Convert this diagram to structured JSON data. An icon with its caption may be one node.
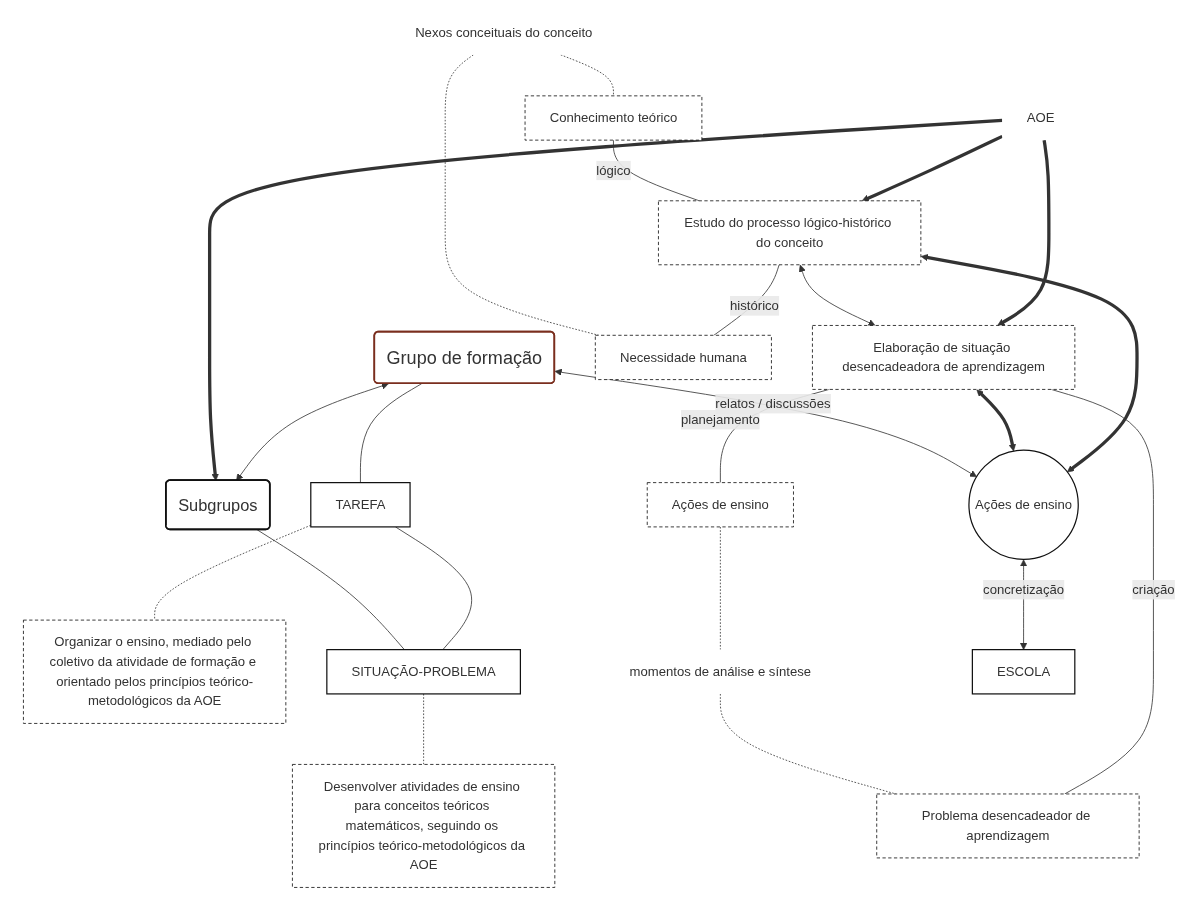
{
  "diagram": {
    "nodes": [
      {
        "text": [
          "Grupo de formação"
        ]
      },
      {
        "text": [
          "TAREFA"
        ]
      },
      {
        "text": [
          "Organizar o ensino, mediado pelo coletivo da atividade de formação e orientado pelos princípios teórico-metodológicos da AOE"
        ]
      },
      {
        "text": [
          "Subgrupos"
        ]
      },
      {
        "text": [
          "SITUAÇÃO-PROBLEMA"
        ]
      },
      {
        "text": [
          "Desenvolver atividades de ensino para conceitos teóricos matemáticos, seguindo os princípios teórico-metodológicos da AOE"
        ]
      },
      {
        "text": [
          "AOE"
        ]
      },
      {
        "text": [
          "Conhecimento teórico"
        ]
      },
      {
        "text": [
          "Estudo do processo lógico-histórico do conceito"
        ]
      },
      {
        "text": [
          "Elaboração de situação desencadeadora de aprendizagem"
        ]
      },
      {
        "text": [
          "Ações de ensino"
        ]
      },
      {
        "text": [
          "Nexos conceituais do conceito"
        ]
      },
      {
        "text": [
          "momentos de análise e síntese"
        ]
      },
      {
        "text": [
          "Necessidade humana"
        ]
      },
      {
        "text": [
          "Problema desencadeador de aprendizagem"
        ]
      },
      {
        "text": [
          "Ações de ensino"
        ]
      },
      {
        "text": [
          "ESCOLA"
        ]
      }
    ],
    "edges": [
      {
        "from": 0,
        "to": 3,
        "arrow": "both"
      },
      {
        "from": 0,
        "to": 1,
        "arrow": "none"
      },
      {
        "from": 1,
        "to": 2,
        "arrow": "none",
        "style": "dashed"
      },
      {
        "from": 1,
        "to": 4,
        "arrow": "none"
      },
      {
        "from": 3,
        "to": 4,
        "arrow": "none"
      },
      {
        "from": 4,
        "to": 5,
        "arrow": "none",
        "style": "dashed"
      },
      {
        "from": 6,
        "to": 3,
        "arrow": "to",
        "style": "thick"
      },
      {
        "from": 6,
        "to": 8,
        "arrow": "to",
        "style": "thick"
      },
      {
        "from": 6,
        "to": 9,
        "arrow": "to",
        "style": "thick"
      },
      {
        "from": 7,
        "to": 8,
        "arrow": "none",
        "label": "lógico"
      },
      {
        "from": 13,
        "to": 8,
        "arrow": "none",
        "label": "histórico"
      },
      {
        "from": 8,
        "to": 9,
        "arrow": "both"
      },
      {
        "from": 11,
        "to": 7,
        "arrow": "none",
        "style": "dashed"
      },
      {
        "from": 11,
        "to": 13,
        "arrow": "none",
        "style": "dashed"
      },
      {
        "from": 9,
        "to": 10,
        "arrow": "none",
        "label": "planejamento"
      },
      {
        "from": 9,
        "to": 14,
        "arrow": "none",
        "label": "criação"
      },
      {
        "from": 12,
        "to": 10,
        "arrow": "none",
        "style": "dashed"
      },
      {
        "from": 12,
        "to": 14,
        "arrow": "none",
        "style": "dashed"
      },
      {
        "from": 15,
        "to": 8,
        "arrow": "both",
        "style": "thick"
      },
      {
        "from": 15,
        "to": 9,
        "arrow": "both",
        "style": "thick"
      },
      {
        "from": 15,
        "to": 16,
        "arrow": "both",
        "label": "concretização"
      },
      {
        "from": 15,
        "to": 0,
        "arrow": "both",
        "label": "relatos / discussões"
      }
    ]
  }
}
